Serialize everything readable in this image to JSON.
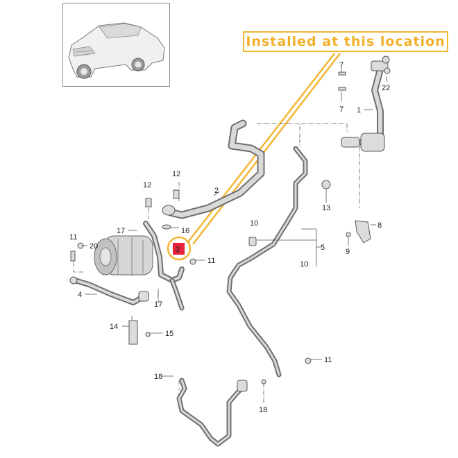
{
  "callout": {
    "text": "Installed at this location",
    "color": "#f2b02a"
  },
  "highlight": {
    "part_label": "3",
    "color": "#e8243c"
  },
  "thumbnail": {
    "icon": "car-suv-icon"
  },
  "parts": {
    "p1": "1",
    "p2": "2",
    "p3": "3",
    "p4": "4",
    "p5": "5",
    "p7a": "7",
    "p7b": "7",
    "p8": "8",
    "p9": "9",
    "p10a": "10",
    "p10b": "10",
    "p11a": "11",
    "p11b": "11",
    "p11c": "11",
    "p12a": "12",
    "p12b": "12",
    "p13": "13",
    "p14": "14",
    "p15": "15",
    "p16": "16",
    "p17a": "17",
    "p17b": "17",
    "p18a": "18",
    "p18b": "18",
    "p20": "20",
    "p22": "22"
  }
}
